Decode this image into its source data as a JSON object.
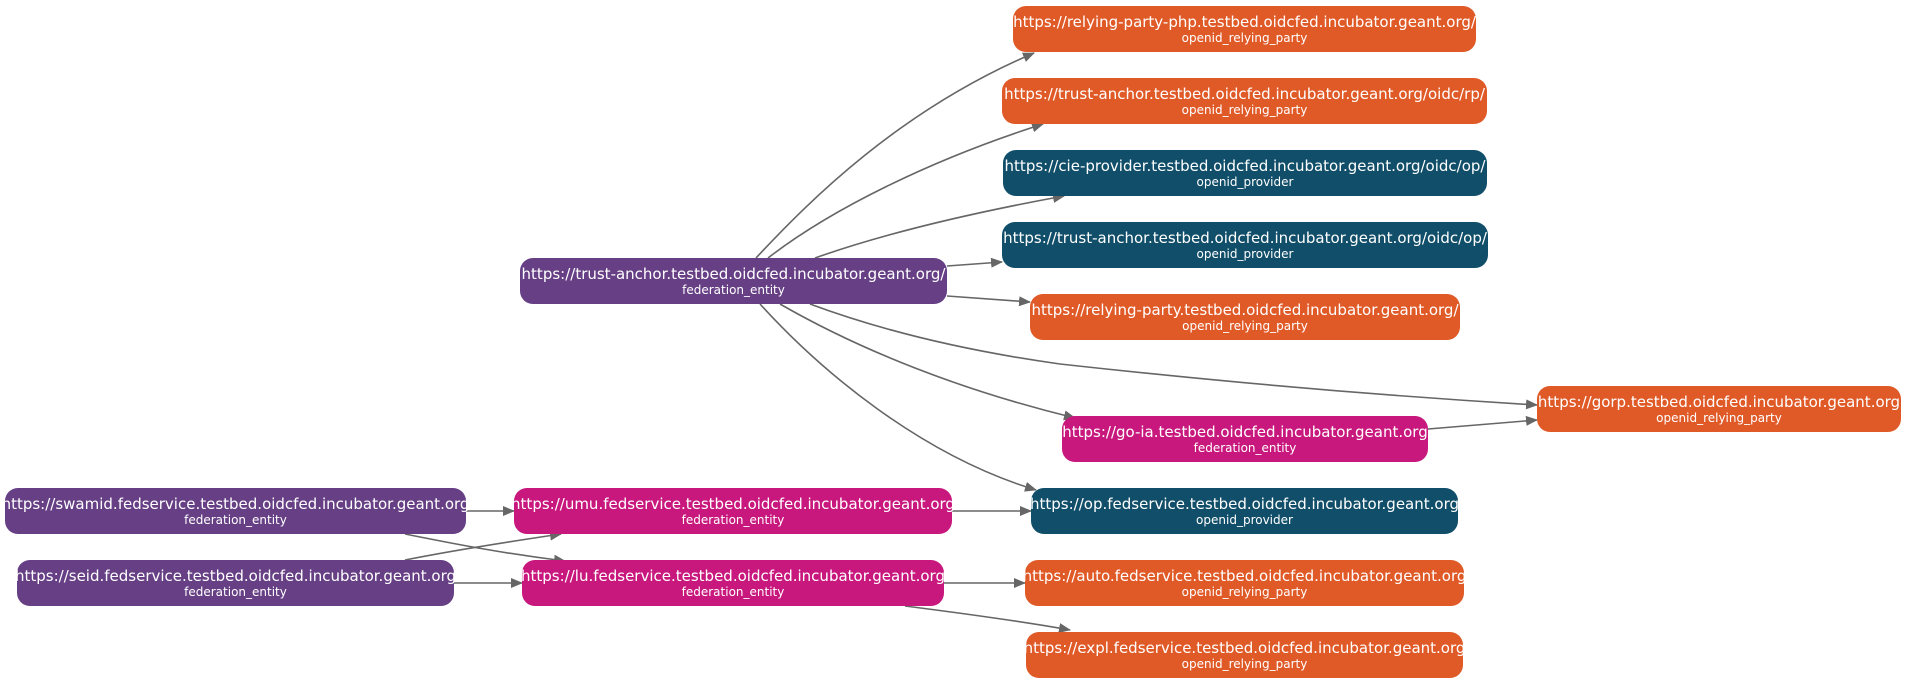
{
  "colors": {
    "openid_relying_party": "#e05a28",
    "openid_provider": "#114e69",
    "federation_entity_anchor": "#663f85",
    "federation_entity_intermediate": "#c8187e",
    "edge": "#666666"
  },
  "nodes": {
    "rp_php": {
      "url": "https://relying-party-php.testbed.oidcfed.incubator.geant.org/",
      "kind": "openid_relying_party"
    },
    "ta_rp": {
      "url": "https://trust-anchor.testbed.oidcfed.incubator.geant.org/oidc/rp/",
      "kind": "openid_relying_party"
    },
    "cie_op": {
      "url": "https://cie-provider.testbed.oidcfed.incubator.geant.org/oidc/op/",
      "kind": "openid_provider"
    },
    "ta_op": {
      "url": "https://trust-anchor.testbed.oidcfed.incubator.geant.org/oidc/op/",
      "kind": "openid_provider"
    },
    "ta": {
      "url": "https://trust-anchor.testbed.oidcfed.incubator.geant.org/",
      "kind": "federation_entity"
    },
    "rp": {
      "url": "https://relying-party.testbed.oidcfed.incubator.geant.org/",
      "kind": "openid_relying_party"
    },
    "gorp": {
      "url": "https://gorp.testbed.oidcfed.incubator.geant.org",
      "kind": "openid_relying_party"
    },
    "goia": {
      "url": "https://go-ia.testbed.oidcfed.incubator.geant.org",
      "kind": "federation_entity"
    },
    "swamid": {
      "url": "https://swamid.fedservice.testbed.oidcfed.incubator.geant.org",
      "kind": "federation_entity"
    },
    "umu": {
      "url": "https://umu.fedservice.testbed.oidcfed.incubator.geant.org",
      "kind": "federation_entity"
    },
    "op": {
      "url": "https://op.fedservice.testbed.oidcfed.incubator.geant.org",
      "kind": "openid_provider"
    },
    "seid": {
      "url": "https://seid.fedservice.testbed.oidcfed.incubator.geant.org",
      "kind": "federation_entity"
    },
    "lu": {
      "url": "https://lu.fedservice.testbed.oidcfed.incubator.geant.org",
      "kind": "federation_entity"
    },
    "auto": {
      "url": "https://auto.fedservice.testbed.oidcfed.incubator.geant.org",
      "kind": "openid_relying_party"
    },
    "expl": {
      "url": "https://expl.fedservice.testbed.oidcfed.incubator.geant.org",
      "kind": "openid_relying_party"
    }
  },
  "edges": [
    {
      "from": "ta",
      "to": "rp_php"
    },
    {
      "from": "ta",
      "to": "ta_rp"
    },
    {
      "from": "ta",
      "to": "cie_op"
    },
    {
      "from": "ta",
      "to": "ta_op"
    },
    {
      "from": "ta",
      "to": "rp"
    },
    {
      "from": "ta",
      "to": "gorp"
    },
    {
      "from": "ta",
      "to": "goia"
    },
    {
      "from": "ta",
      "to": "op"
    },
    {
      "from": "goia",
      "to": "gorp"
    },
    {
      "from": "swamid",
      "to": "umu"
    },
    {
      "from": "swamid",
      "to": "lu"
    },
    {
      "from": "seid",
      "to": "umu"
    },
    {
      "from": "seid",
      "to": "lu"
    },
    {
      "from": "umu",
      "to": "op"
    },
    {
      "from": "lu",
      "to": "auto"
    },
    {
      "from": "lu",
      "to": "expl"
    }
  ]
}
